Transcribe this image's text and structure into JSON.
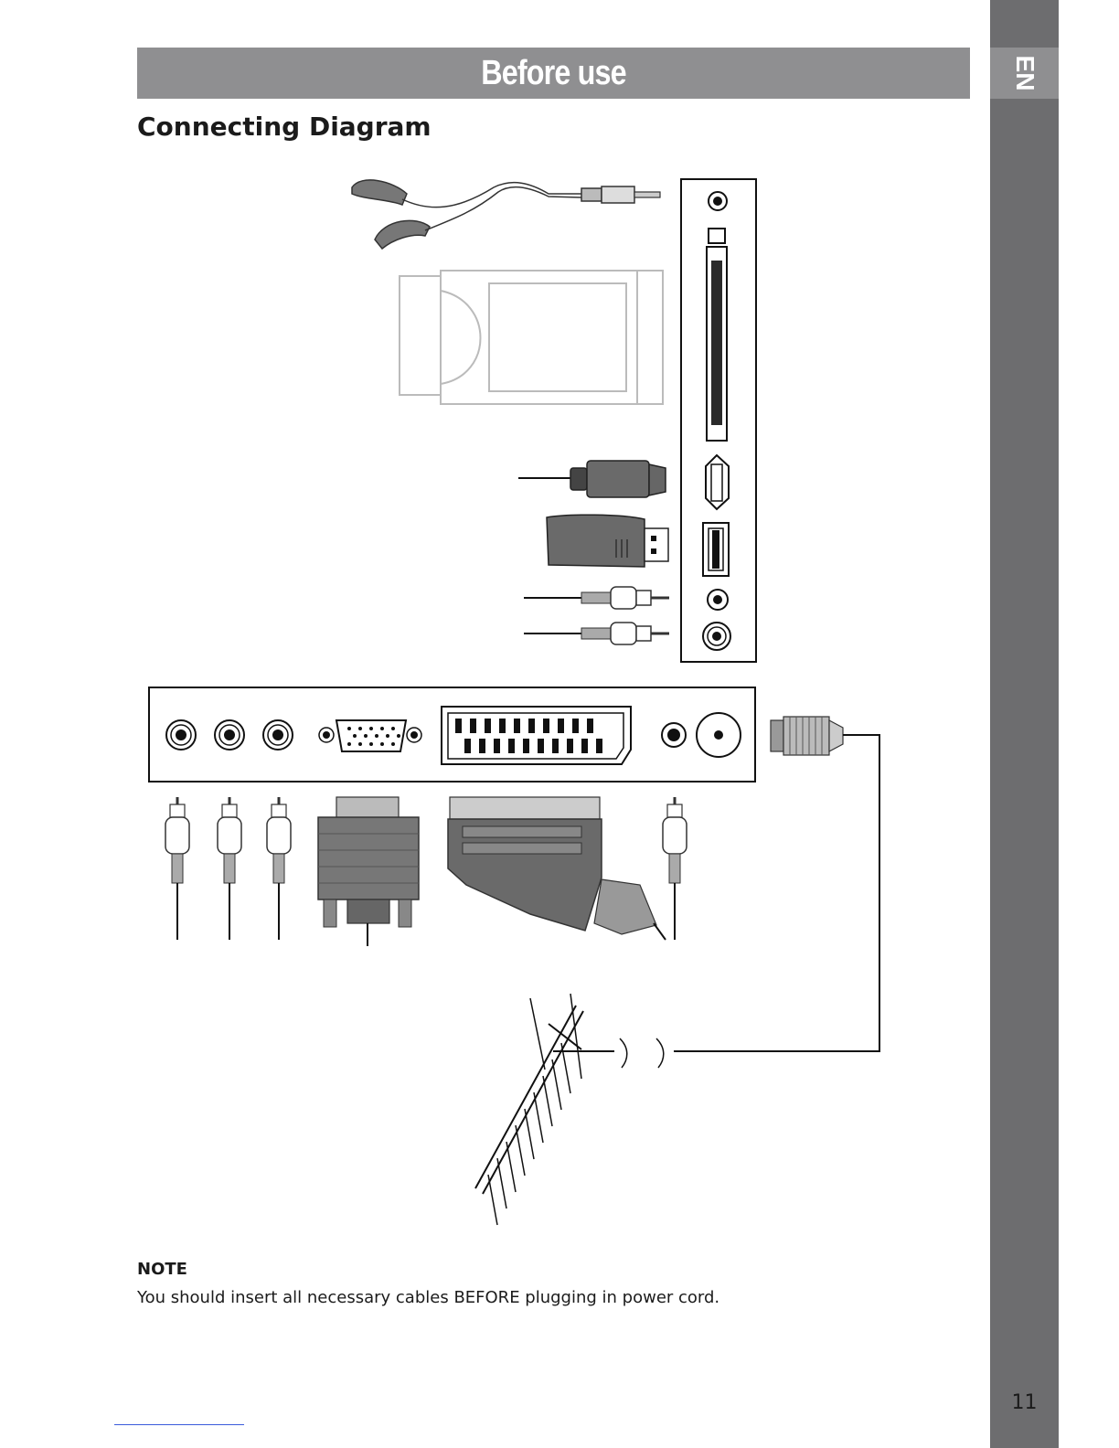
{
  "header": {
    "title": "Before use",
    "language_tab": "EN"
  },
  "section": {
    "title": "Connecting Diagram"
  },
  "note": {
    "label": "NOTE",
    "text": "You should insert all necessary cables BEFORE plugging in power cord."
  },
  "footer": {
    "page_number": "11"
  },
  "colors": {
    "title_bar": "#8f8f91",
    "side_bar": "#6d6d6f",
    "text": "#1b1b1b",
    "connector_gray": "#6a6a6a"
  }
}
